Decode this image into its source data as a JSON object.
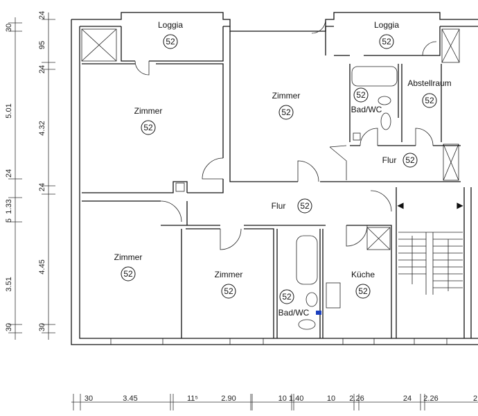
{
  "rooms": {
    "loggia_left": {
      "label": "Loggia",
      "number": "52"
    },
    "zimmer_top_left": {
      "label": "Zimmer",
      "number": "52"
    },
    "zimmer_top_mid": {
      "label": "Zimmer",
      "number": "52"
    },
    "loggia_right": {
      "label": "Loggia",
      "number": "52"
    },
    "bad_top": {
      "label": "Bad/WC",
      "number": "52"
    },
    "abstellraum": {
      "label": "Abstellraum",
      "number": "52"
    },
    "flur_small": {
      "label": "Flur",
      "number": "52"
    },
    "flur_main": {
      "label": "Flur",
      "number": "52"
    },
    "zimmer_bottom_left": {
      "label": "Zimmer",
      "number": "52"
    },
    "zimmer_bottom_mid": {
      "label": "Zimmer",
      "number": "52"
    },
    "bad_bottom": {
      "label": "Bad/WC",
      "number": "52"
    },
    "kueche": {
      "label": "Küche",
      "number": "52"
    }
  },
  "stair_arrows": {
    "left": "◀",
    "right": "▶"
  },
  "dimensions": {
    "left_outer": [
      "30",
      "5.01",
      "24",
      "5",
      "1.33",
      "3.51",
      "30"
    ],
    "left_inner": [
      "24",
      "95",
      "24",
      "4.32",
      "24",
      "4.45",
      "30"
    ],
    "bottom": [
      "30",
      "3.45",
      "11⁵",
      "2.90",
      "10 1.40",
      "10",
      "2.26",
      "24",
      "2.26",
      "2"
    ]
  },
  "colors": {
    "lines": "#111111",
    "marker": "#1a3fbf"
  }
}
